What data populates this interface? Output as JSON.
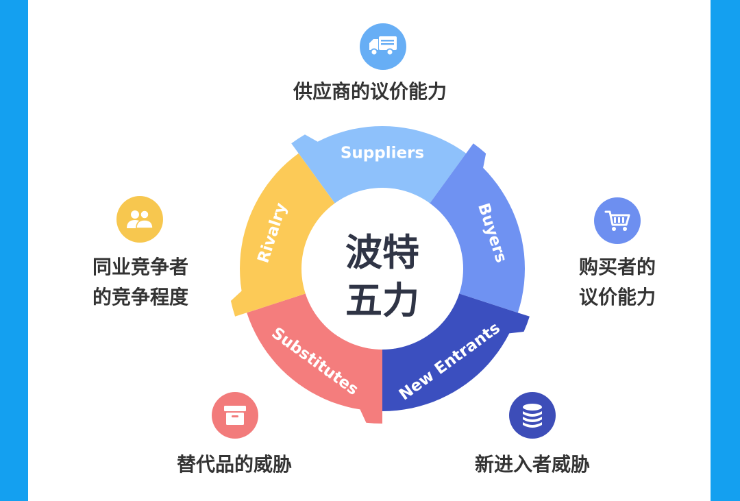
{
  "diagram": {
    "center_title": "波特\n五力",
    "segments": [
      {
        "id": "suppliers",
        "label": "Suppliers",
        "color": "#8ec1fb"
      },
      {
        "id": "buyers",
        "label": "Buyers",
        "color": "#6f92f2"
      },
      {
        "id": "new_entrants",
        "label": "New Entrants",
        "color": "#3b4fbf"
      },
      {
        "id": "substitutes",
        "label": "Substitutes",
        "color": "#f47d7d"
      },
      {
        "id": "rivalry",
        "label": "Rivalry",
        "color": "#fcca57"
      }
    ],
    "forces": [
      {
        "id": "suppliers",
        "text": "供应商的议价能力",
        "icon": "truck-icon",
        "color": "#67aef5"
      },
      {
        "id": "buyers",
        "text": "购买者的\n议价能力",
        "icon": "shopping-cart-icon",
        "color": "#6d8ff0"
      },
      {
        "id": "new_entrants",
        "text": "新进入者威胁",
        "icon": "coin-stack-icon",
        "color": "#3d4db8"
      },
      {
        "id": "substitutes",
        "text": "替代品的威胁",
        "icon": "box-icon",
        "color": "#f27b7b"
      },
      {
        "id": "rivalry",
        "text": "同业竞争者\n的竞争程度",
        "icon": "users-icon",
        "color": "#f7c74f"
      }
    ]
  }
}
